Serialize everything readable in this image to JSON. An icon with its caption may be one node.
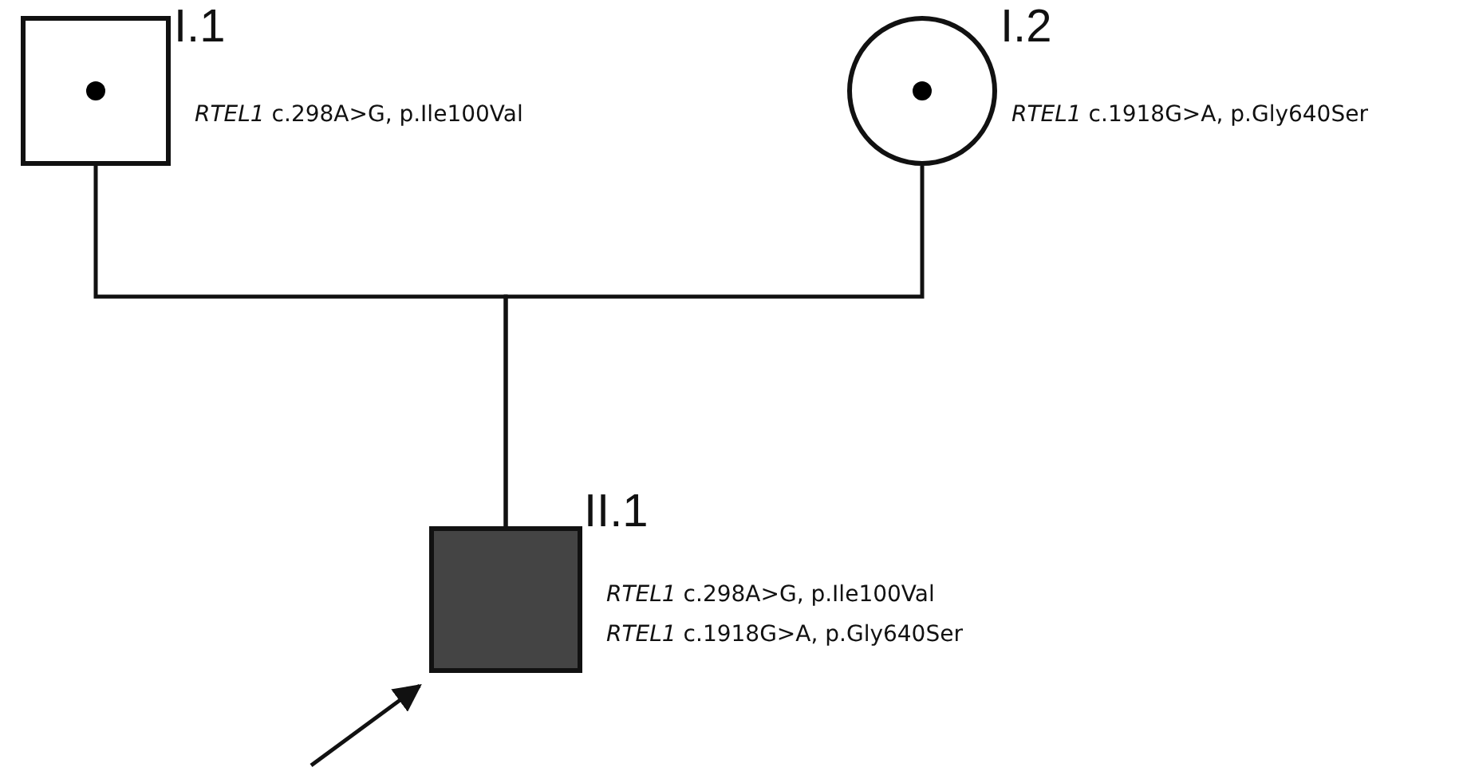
{
  "diagram": {
    "nodes": [
      {
        "text": [],
        "shape": "box",
        "beside": [
          "I.1",
          "*RTEL1* c.298A>G, p.Ile100Val"
        ]
      },
      {
        "text": [],
        "shape": "circle",
        "beside": [
          "I.2",
          "*RTEL1* c.1918G>A, p.Gly640Ser"
        ]
      },
      {
        "text": [],
        "shape": "box",
        "beside": [
          "II.1",
          "*RTEL1* c.298A>G, p.Ile100Val",
          "*RTEL1* c.1918G>A, p.Gly640Ser"
        ]
      }
    ],
    "edges": [
      {
        "from": 0,
        "to": 2,
        "arrow": "none"
      },
      {
        "from": 1,
        "to": 2,
        "arrow": "none"
      },
      {
        "from": null,
        "to": 2,
        "arrow": "to"
      }
    ]
  }
}
